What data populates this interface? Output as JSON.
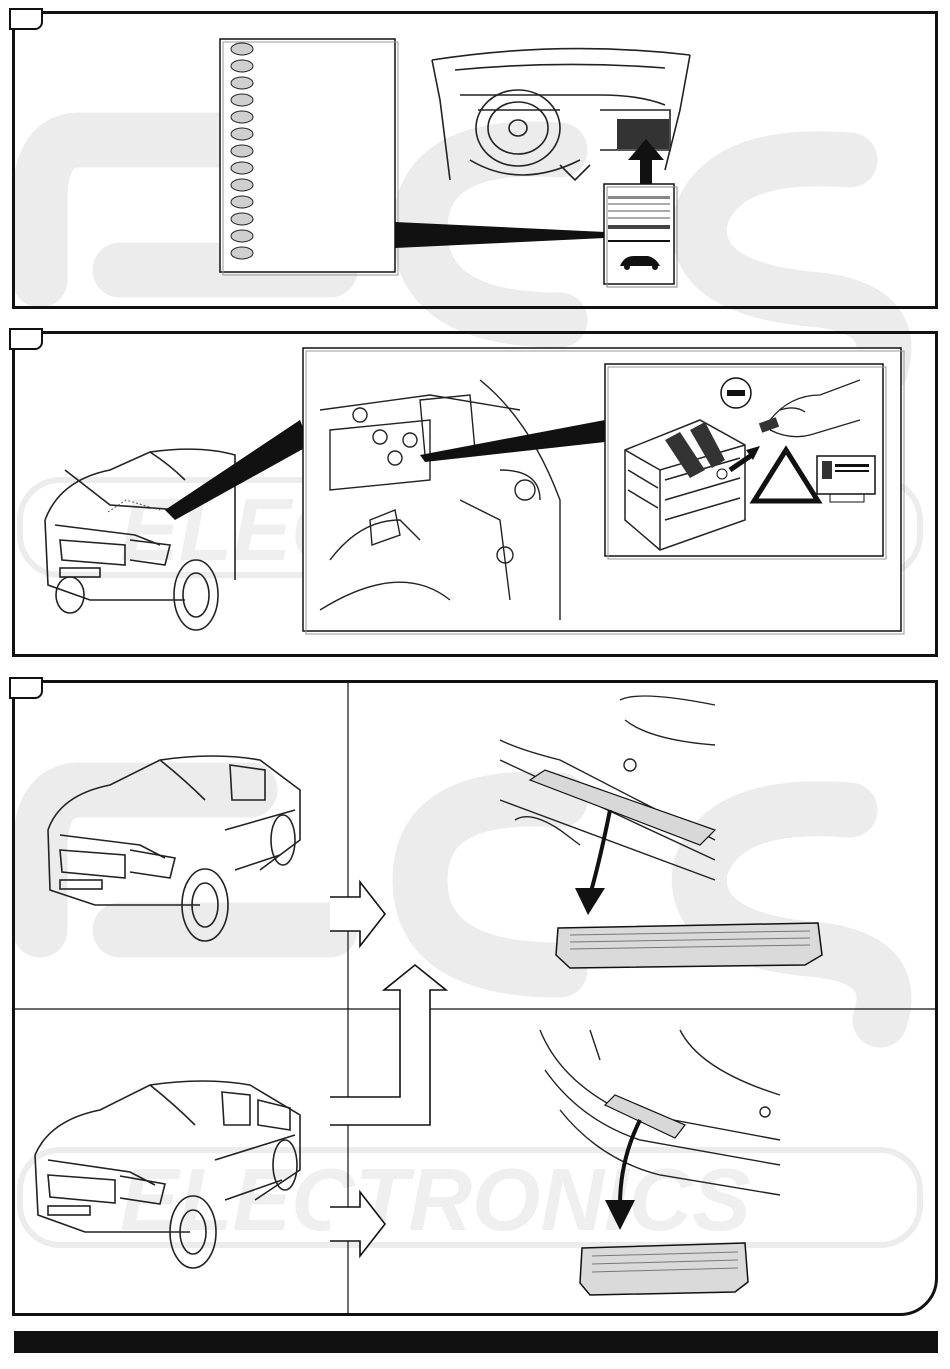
{
  "document": {
    "watermark_logo": "ECS",
    "watermark_text": "ELECTRONICS",
    "steps": [
      {
        "id": "step-1",
        "scene": "dashboard-manual"
      },
      {
        "id": "step-2",
        "scene": "battery-disconnect"
      },
      {
        "id": "step-3",
        "scene": "sill-removal"
      }
    ],
    "colors": {
      "line": "#111111",
      "watermark": "#e9e9e9",
      "fill_dark": "#333333",
      "fill_light": "#d8d8d8"
    }
  }
}
